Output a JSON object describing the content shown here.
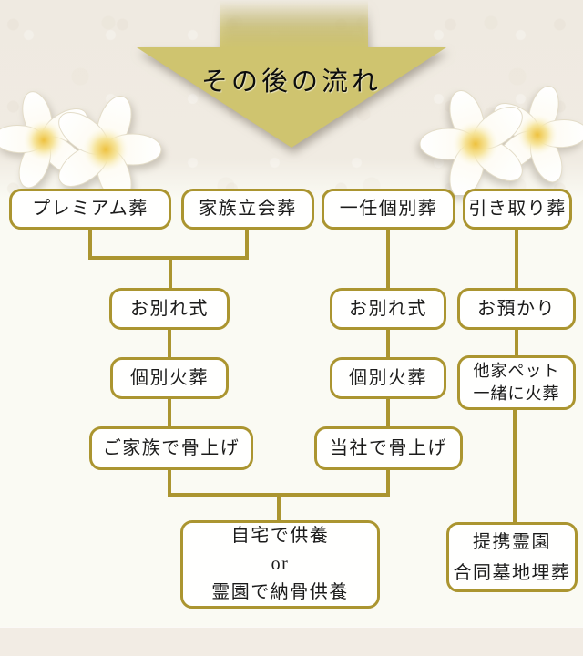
{
  "banner": {
    "title": "その後の流れ"
  },
  "colors": {
    "arrow_fill": "#cfc46f",
    "line_gold": "#ab9530",
    "box_border": "#ab9530",
    "box_bg": "#ffffff",
    "bg_header": "#f0ebe2",
    "bg_main": "#fafaf3",
    "bg_footer": "#f2ece4",
    "text": "#1b1b1b"
  },
  "nodes": {
    "premium": "プレミアム葬",
    "family_attend": "家族立会葬",
    "entrusted_individual": "一任個別葬",
    "pickup": "引き取り葬",
    "farewell_left": "お別れ式",
    "farewell_mid": "お別れ式",
    "custody": "お預かり",
    "individual_cremation_left": "個別火葬",
    "individual_cremation_mid": "個別火葬",
    "shared_cremation_line1": "他家ペット",
    "shared_cremation_line2": "一緒に火葬",
    "family_bone_pickup": "ご家族で骨上げ",
    "company_bone_pickup": "当社で骨上げ",
    "home_memorial_line1": "自宅で供養",
    "home_memorial_line2": "or",
    "home_memorial_line3": "霊園で納骨供養",
    "partner_cemetery_line1": "提携霊園",
    "partner_cemetery_line2": "合同墓地埋葬"
  }
}
